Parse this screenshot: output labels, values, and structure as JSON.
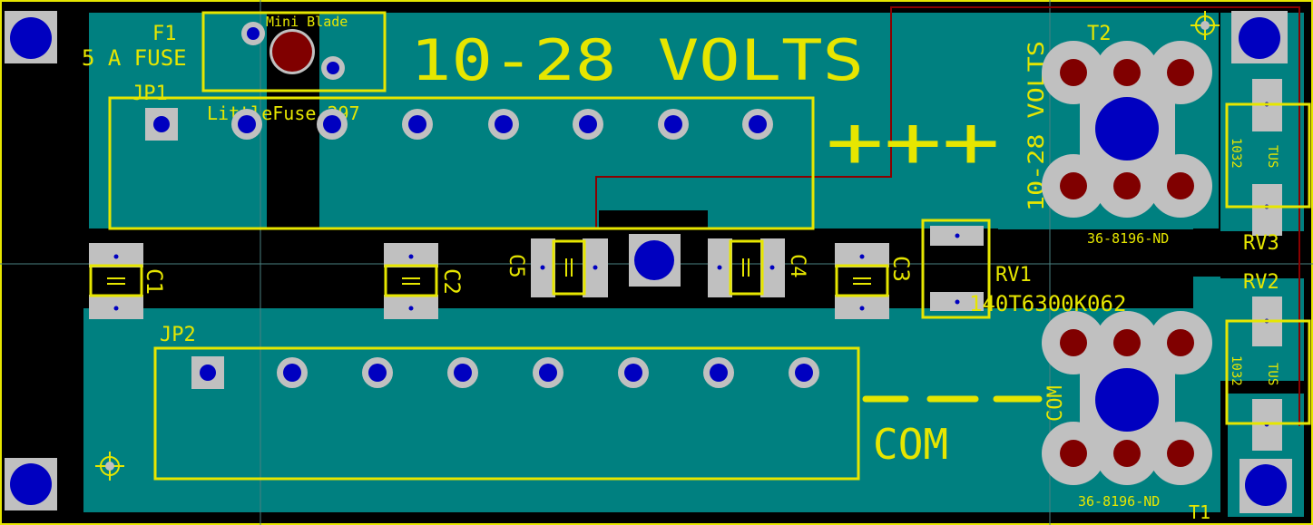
{
  "colors": {
    "copper": "#008080",
    "silk": "#e6e600",
    "pad": "#c0c0c0",
    "drill": "#0000c0",
    "via": "#800000",
    "trace": "#8b0000"
  },
  "labels": {
    "f1": "F1",
    "fuse_rating": "5 A FUSE",
    "fuse_type": "Mini Blade",
    "jp1": "JP1",
    "fuse_part": "LittleFuse 297",
    "voltage_big": "10-28 VOLTS",
    "voltage_side": "10-28 VOLTS",
    "plus_signs": "+++",
    "t2": "T2",
    "t2_part": "36-8196-ND",
    "t1": "T1",
    "t1_part": "36-8196-ND",
    "rv3": "RV3",
    "rv2": "RV2",
    "rv_part_a": "1032",
    "rv_part_b": "TUS",
    "rv1": "RV1",
    "rv1_part": "140T6300K062",
    "c1": "C1",
    "c2": "C2",
    "c3": "C3",
    "c4": "C4",
    "c5": "C5",
    "jp2": "JP2",
    "com_big": "COM",
    "com_side": "COM"
  }
}
